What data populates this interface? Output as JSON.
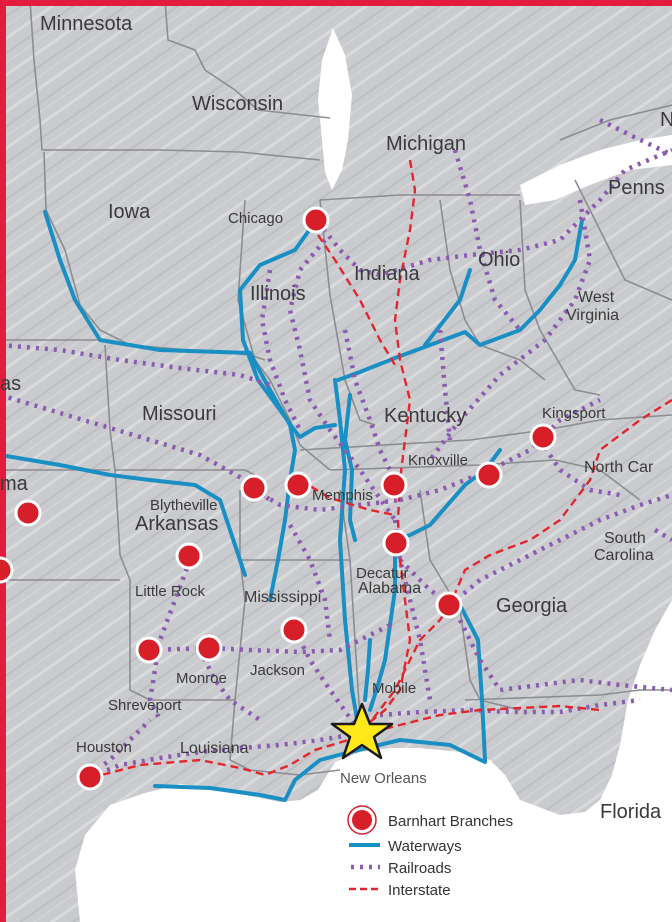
{
  "states": {
    "minnesota": "Minnesota",
    "wisconsin": "Wisconsin",
    "michigan": "Michigan",
    "iowa": "Iowa",
    "illinois": "Illinois",
    "indiana": "Indiana",
    "ohio": "Ohio",
    "pennsylvania": "Penns",
    "new_york": "N",
    "west_virginia_1": "West",
    "west_virginia_2": "Virginia",
    "kansas": "as",
    "missouri": "Missouri",
    "kentucky": "Kentucky",
    "oklahoma": "ma",
    "arkansas": "Arkansas",
    "north_carolina": "North Car",
    "south_carolina_1": "South",
    "south_carolina_2": "Carolina",
    "mississippi": "Mississippi",
    "alabama": "Alabama",
    "georgia": "Georgia",
    "louisiana": "Louisiana",
    "florida": "Florida"
  },
  "cities": {
    "chicago": "Chicago",
    "kingsport": "Kingsport",
    "knoxville": "Knoxville",
    "memphis": "Memphis",
    "blytheville": "Blytheville",
    "little_rock": "Little Rock",
    "decatur": "Decatur",
    "monroe": "Monroe",
    "jackson": "Jackson",
    "shreveport": "Shreveport",
    "mobile": "Mobile",
    "houston": "Houston",
    "new_orleans": "New Orleans"
  },
  "legend": {
    "branches": "Barnhart Branches",
    "waterways": "Waterways",
    "railroads": "Railroads",
    "interstate": "Interstate"
  },
  "colors": {
    "frame": "#e31b3c",
    "branch": "#d71f2a",
    "waterway": "#1a8fc3",
    "railroad": "#8a5bb0",
    "interstate": "#e3262e",
    "hq_star": "#ffe81a"
  }
}
